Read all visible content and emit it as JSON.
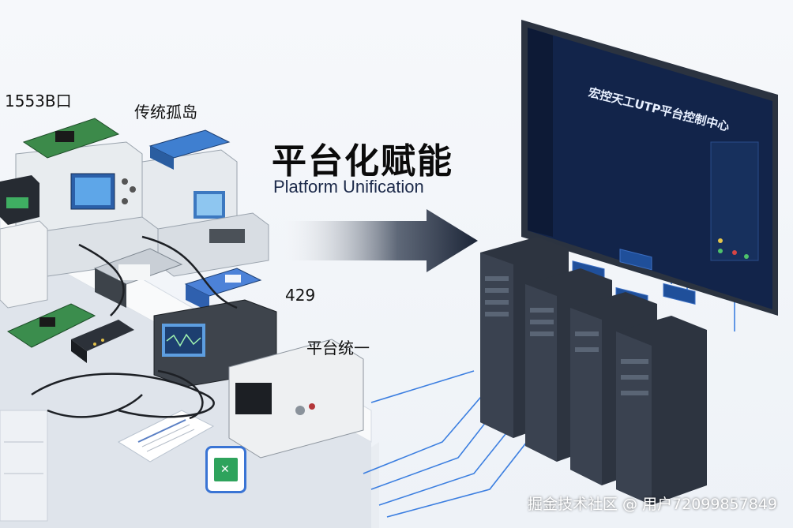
{
  "labels": {
    "interface_1553b": "1553B口",
    "island": "传统孤岛",
    "interface_429": "429",
    "unified": "平台统一"
  },
  "headline": {
    "title": "平台化赋能",
    "subtitle": "Platform Unification"
  },
  "monitor": {
    "title": "宏控天工UTP平台控制中心"
  },
  "watermark": "掘金技术社区 @ 用户72099857849",
  "colors": {
    "cable_blue": "#3b7ee0",
    "arrow_dark": "#1b2436",
    "screen_bg": "#12244a",
    "rack_dark": "#2d3440"
  },
  "icons": {
    "spreadsheet": "spreadsheet-file-icon"
  }
}
